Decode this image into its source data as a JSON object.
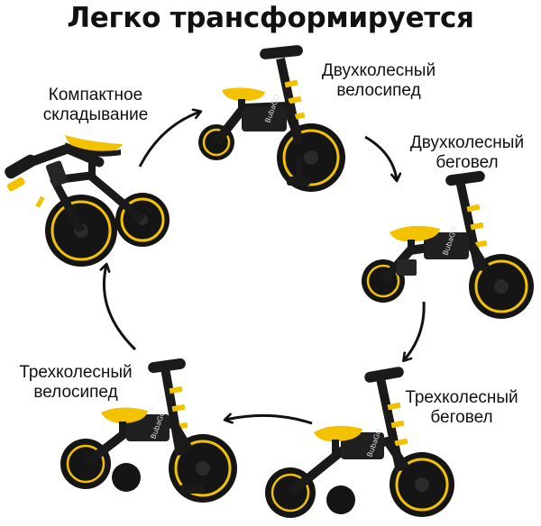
{
  "title": "Легко трансформируется",
  "modes": {
    "compact": {
      "line1": "Компактное",
      "line2": "складывание"
    },
    "two_wheel_bike": {
      "line1": "Двухколесный",
      "line2": "велосипед"
    },
    "two_wheel_balance": {
      "line1": "Двухколесный",
      "line2": "беговел"
    },
    "three_wheel_bike": {
      "line1": "Трехколесный",
      "line2": "велосипед"
    },
    "three_wheel_balance": {
      "line1": "Трехколесный",
      "line2": "беговел"
    }
  },
  "brand_text": "BubaGO",
  "colors": {
    "accent": "#f2c200",
    "body": "#1a1a1a",
    "arrow": "#111111"
  },
  "icons": [
    "cycle-arrow-icon"
  ]
}
